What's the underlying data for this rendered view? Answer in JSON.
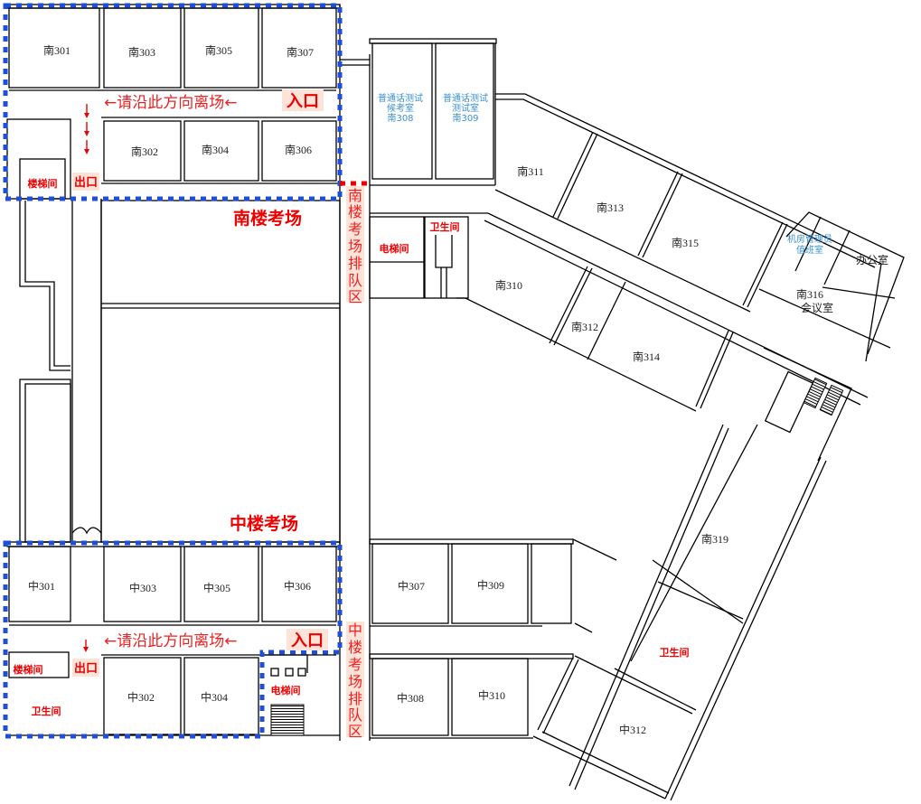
{
  "map": {
    "south_building": {
      "zone_title": "南楼考场",
      "guide_text": "←请沿此方向离场←",
      "entry_label": "入口",
      "exit_label": "出口",
      "stair_label": "楼梯间",
      "queue_label": [
        "南",
        "楼",
        "考",
        "场",
        "排",
        "队",
        "区"
      ],
      "rooms": {
        "s301": "南301",
        "s302": "南302",
        "s303": "南303",
        "s304": "南304",
        "s305": "南305",
        "s306": "南306",
        "s307": "南307",
        "s308": [
          "普通话测试",
          "候考室",
          "南308"
        ],
        "s309": [
          "普通话测试",
          "测试室",
          "南309"
        ],
        "s310": "南310",
        "s311": "南311",
        "s312": "南312",
        "s313": "南313",
        "s314": "南314",
        "s315": "南315",
        "s316": [
          "南316",
          "会议室"
        ],
        "s319": "南319",
        "machine_room": [
          "机房管理员",
          "值班室"
        ],
        "office": "办公室",
        "elevator": "电梯间",
        "toilet": "卫生间"
      }
    },
    "middle_building": {
      "zone_title": "中楼考场",
      "guide_text": "←请沿此方向离场←",
      "entry_label": "入口",
      "exit_label": "出口",
      "stair_label": "楼梯间",
      "toilet_label": "卫生间",
      "elevator_label": "电梯间",
      "queue_label": [
        "中",
        "楼",
        "考",
        "场",
        "排",
        "队",
        "区"
      ],
      "rooms": {
        "m301": "中301",
        "m302": "中302",
        "m303": "中303",
        "m304": "中304",
        "m305": "中305",
        "m306": "中306",
        "m307": "中307",
        "m308": "中308",
        "m309": "中309",
        "m310": "中310",
        "m312": "中312",
        "toilet_east": "卫生间"
      }
    },
    "colors": {
      "zone_border": "#1f4fd6",
      "queue_border": "#ee0000",
      "highlight": "#fde3d8",
      "alert_text": "#ee0000",
      "blue_room_text": "#3a8fd0"
    }
  }
}
